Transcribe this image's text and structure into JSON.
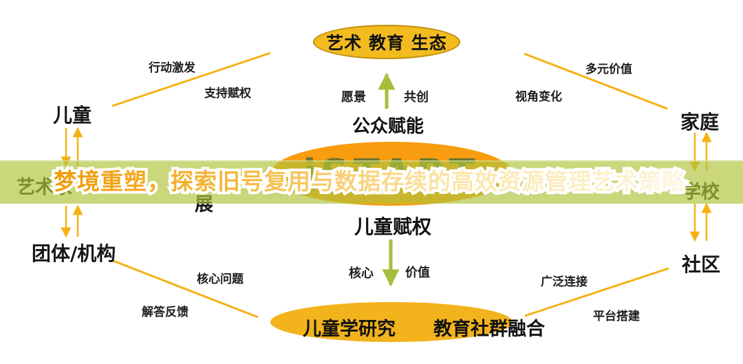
{
  "banner": {
    "title": "梦境重塑，探索旧号复用与数据存续的高效资源管理艺术策略",
    "band_color": "#CAD67A",
    "title_gradient_start": "#F09A06",
    "title_gradient_end": "#FDF6DF"
  },
  "diagram": {
    "top_ellipse": {
      "label": "艺术 教育 生态"
    },
    "center_ellipse": {
      "logo": "iSTART"
    },
    "bottom_ellipse": {
      "label_left": "儿童学研究",
      "label_right": "教育社群融合"
    },
    "public_empowerment": "公众赋能",
    "child_empowerment": "儿童赋权",
    "vision_arrow": {
      "left_label": "愿景",
      "right_label": "共创"
    },
    "core_arrow": {
      "left_label": "核心",
      "right_label": "价值"
    },
    "nodes": {
      "children": "儿童",
      "groups": "团体/机构",
      "family": "家庭",
      "school": "学校",
      "community": "社区",
      "artist": "艺术家",
      "fragment_zhan": "展"
    },
    "edge_labels": {
      "action": "行动激发",
      "support": "支持赋权",
      "diverse": "多元价值",
      "perspective": "视角变化",
      "core_q": "核心问题",
      "feedback": "解答反馈",
      "connect": "广泛连接",
      "platform": "平台搭建"
    }
  },
  "colors": {
    "gold_ellipse": "#F2BB1F",
    "orange_ellipse": "#F89D10",
    "line_gold": "#F5B114",
    "arrow_green": "#A5BF3B",
    "logo_text": "#6E7630",
    "text_black": "#161616"
  }
}
